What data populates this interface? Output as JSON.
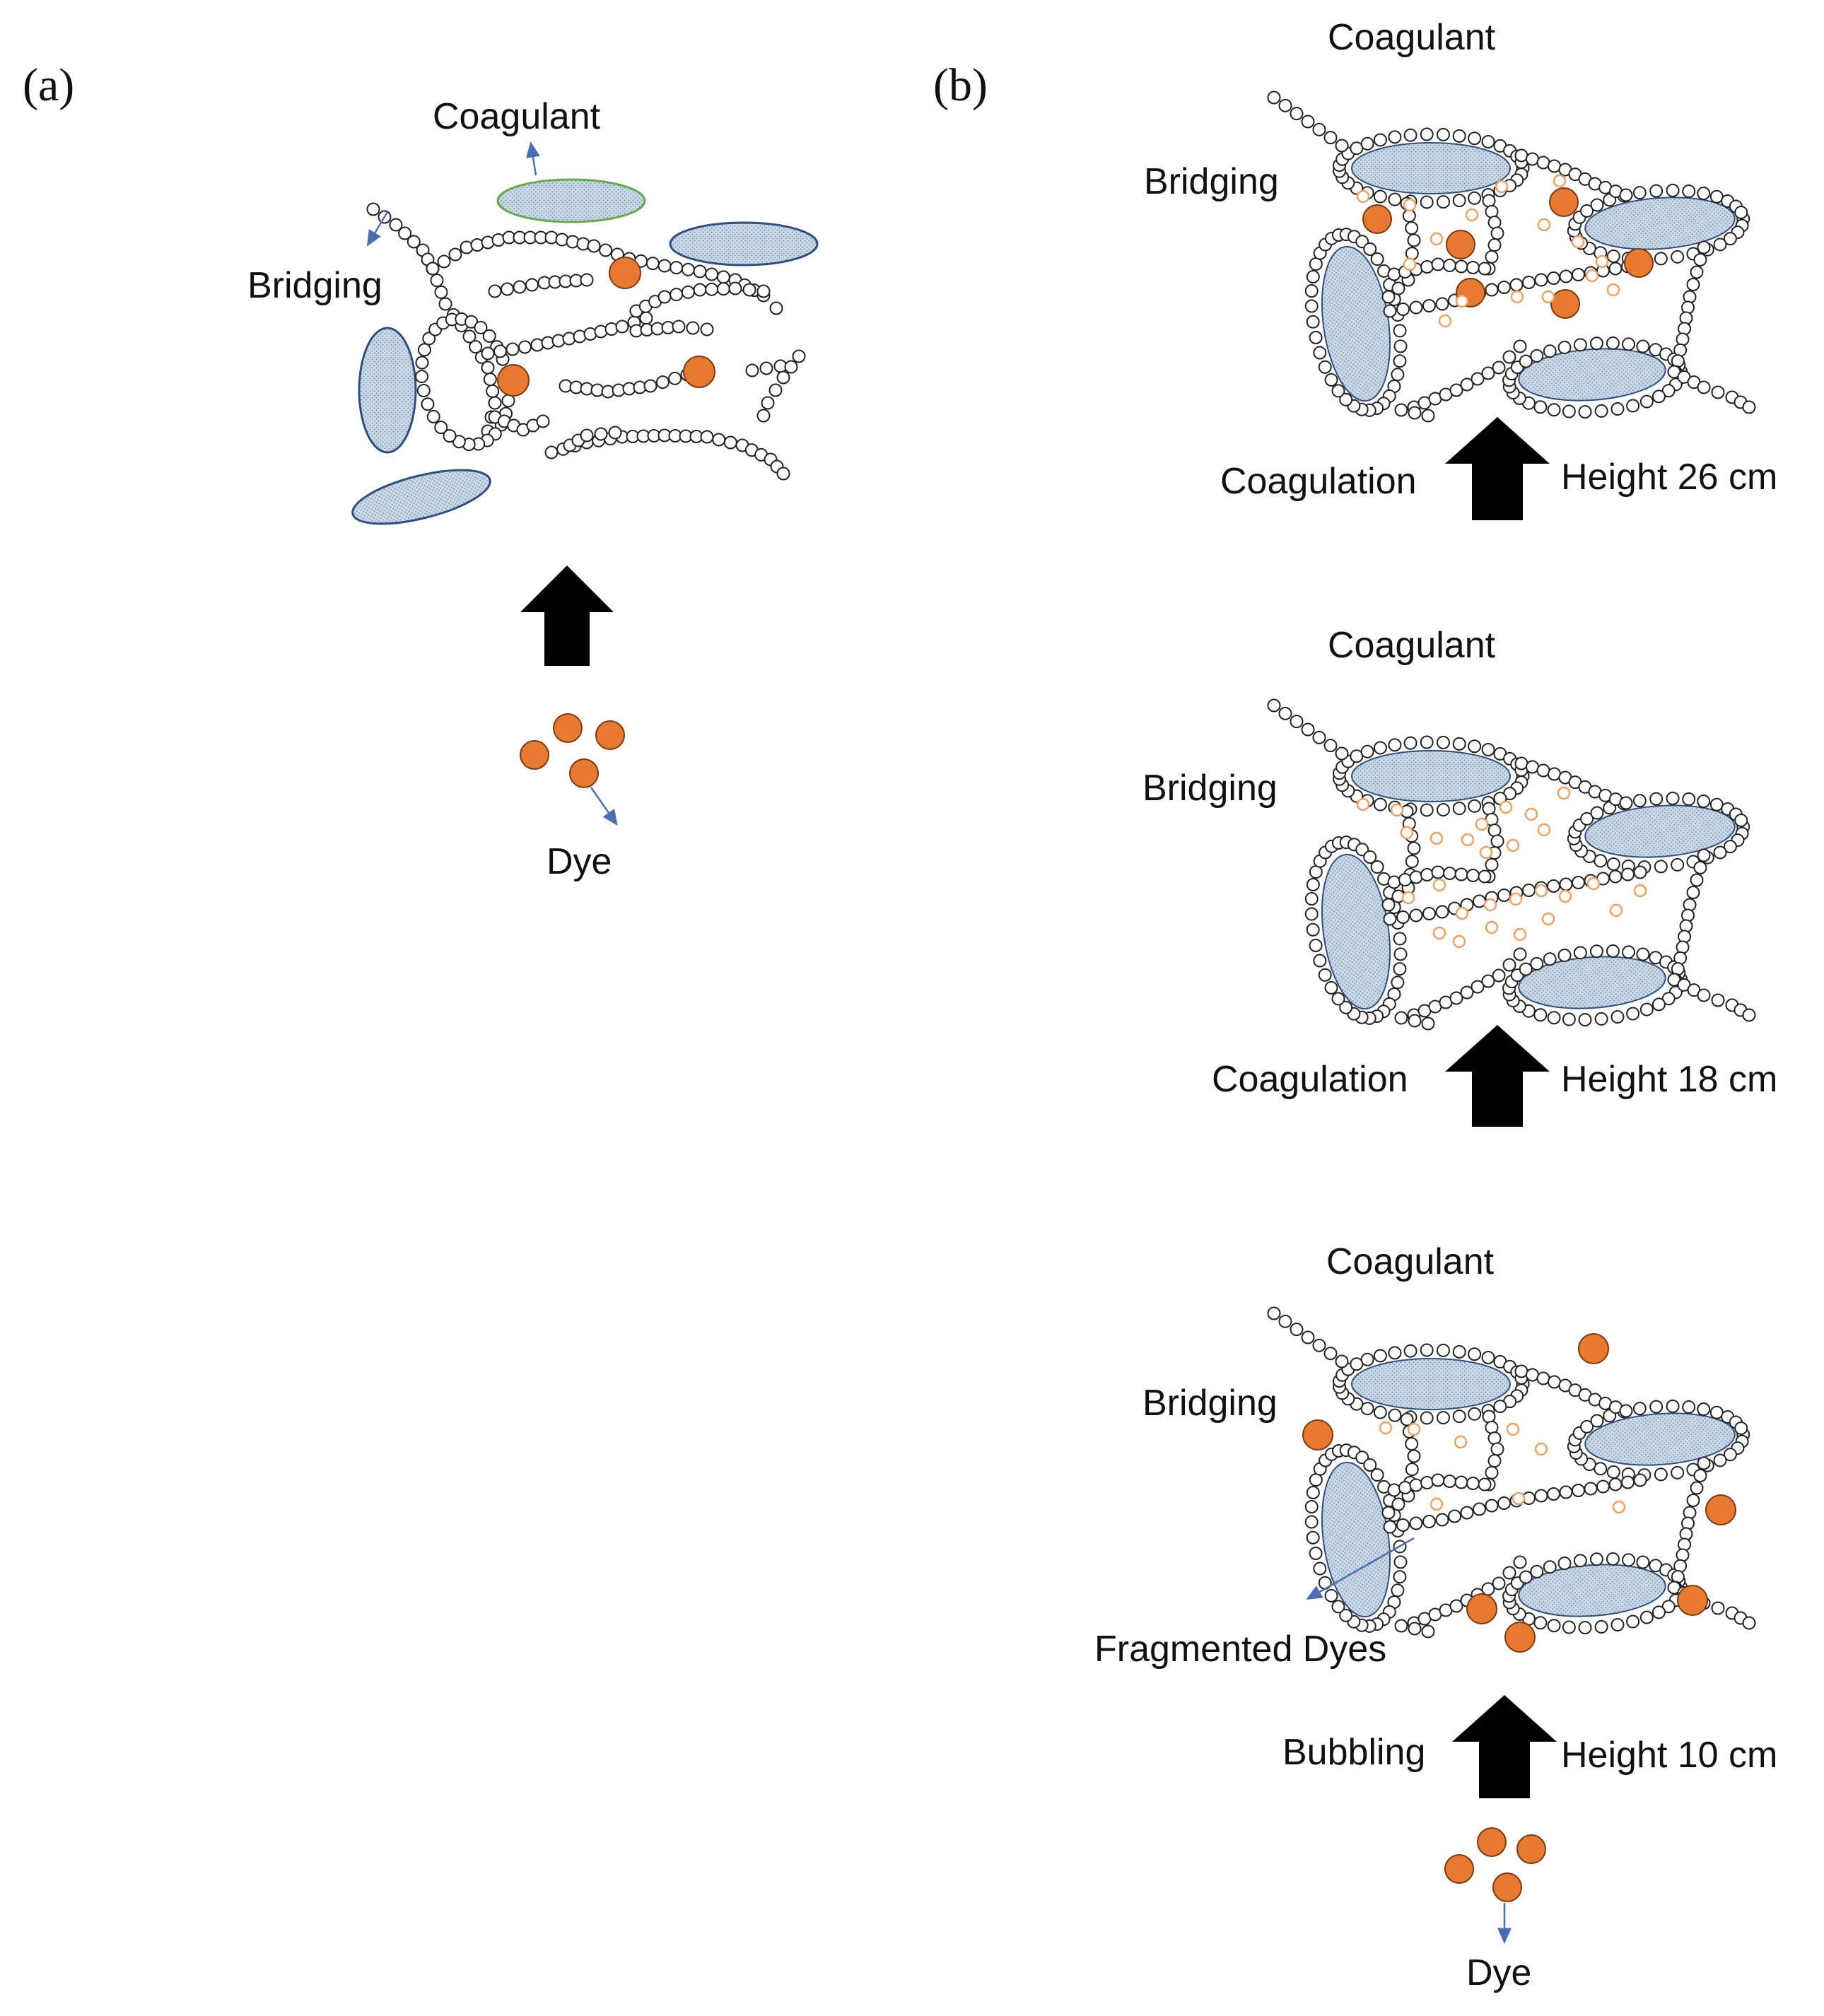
{
  "panels": {
    "a": {
      "label": "(a)",
      "coagulant": "Coagulant",
      "bridging": "Bridging",
      "dye": "Dye"
    },
    "b": {
      "label": "(b)",
      "stages": [
        {
          "coagulant": "Coagulant",
          "bridging": "Bridging",
          "process": "Coagulation",
          "height": "Height 26 cm"
        },
        {
          "coagulant": "Coagulant",
          "bridging": "Bridging",
          "process": "Coagulation",
          "height": "Height 18 cm"
        },
        {
          "coagulant": "Coagulant",
          "bridging": "Bridging",
          "process": "Bubbling",
          "height": "Height 10 cm",
          "fragmented": "Fragmented Dyes"
        }
      ],
      "dye": "Dye"
    }
  },
  "colors": {
    "dye": "#e87a30",
    "dye_edge": "#7a3a12",
    "fragment": "#f0a060",
    "coagulant_fill": "#c9d8e6",
    "coagulant_edge": "#2f4f7f",
    "coagulant_edge_highlight": "#66a84a",
    "arrow": "#000000",
    "pointer": "#4a6fb0",
    "bead_edge": "#222222"
  }
}
